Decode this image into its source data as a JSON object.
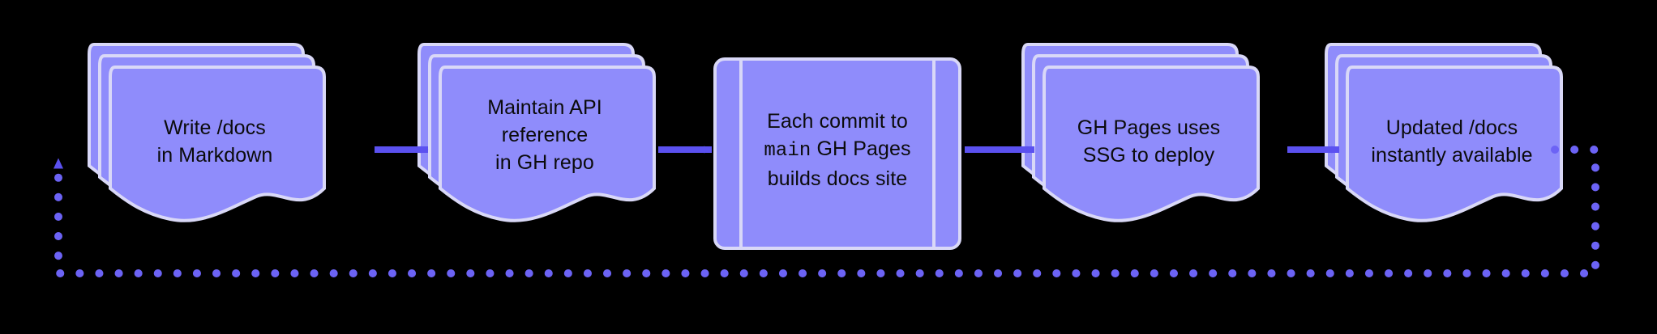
{
  "diagram": {
    "type": "flowchart",
    "direction": "left-to-right",
    "title": "",
    "background_color": "#000000",
    "node_fill": "#8f8cfb",
    "node_stroke": "#d9d8f7",
    "node_text_color": "#0b0b0b",
    "arrow_color": "#5b51f0",
    "feedback_line_color": "#6c63f5",
    "nodes": [
      {
        "id": "write-docs",
        "shape": "multi-document",
        "stack_count": 3,
        "lines": [
          {
            "text": "Write /docs",
            "mono": false
          },
          {
            "text": "in Markdown",
            "mono": false
          }
        ]
      },
      {
        "id": "maintain-api-reference",
        "shape": "multi-document",
        "stack_count": 3,
        "lines": [
          {
            "text": "Maintain API",
            "mono": false
          },
          {
            "text": "reference",
            "mono": false
          },
          {
            "text": "in GH repo",
            "mono": false
          }
        ]
      },
      {
        "id": "each-commit-builds",
        "shape": "subroutine",
        "stack_count": 1,
        "lines": [
          {
            "text": "Each commit to",
            "mono": false
          },
          {
            "text": "main",
            "mono": true,
            "suffix": " GH Pages"
          },
          {
            "text": "builds docs site",
            "mono": false
          }
        ]
      },
      {
        "id": "gh-pages-ssg-deploy",
        "shape": "multi-document",
        "stack_count": 3,
        "lines": [
          {
            "text": "GH Pages uses",
            "mono": false
          },
          {
            "text": "SSG to deploy",
            "mono": false
          }
        ]
      },
      {
        "id": "updated-docs-available",
        "shape": "multi-document",
        "stack_count": 3,
        "lines": [
          {
            "text": "Updated /docs",
            "mono": false
          },
          {
            "text": "instantly available",
            "mono": false
          }
        ]
      }
    ],
    "connectors": [
      {
        "id": "arrow-1",
        "from": "write-docs",
        "to": "maintain-api-reference",
        "style": "solid-arrow",
        "label": ""
      },
      {
        "id": "arrow-2",
        "from": "maintain-api-reference",
        "to": "each-commit-builds",
        "style": "solid-arrow",
        "label": ""
      },
      {
        "id": "arrow-3",
        "from": "each-commit-builds",
        "to": "gh-pages-ssg-deploy",
        "style": "solid-arrow",
        "label": ""
      },
      {
        "id": "arrow-4",
        "from": "gh-pages-ssg-deploy",
        "to": "updated-docs-available",
        "style": "solid-arrow",
        "label": ""
      },
      {
        "id": "feedback-loop",
        "from": "updated-docs-available",
        "to": "write-docs",
        "style": "dotted-arrow",
        "label": ""
      }
    ]
  }
}
